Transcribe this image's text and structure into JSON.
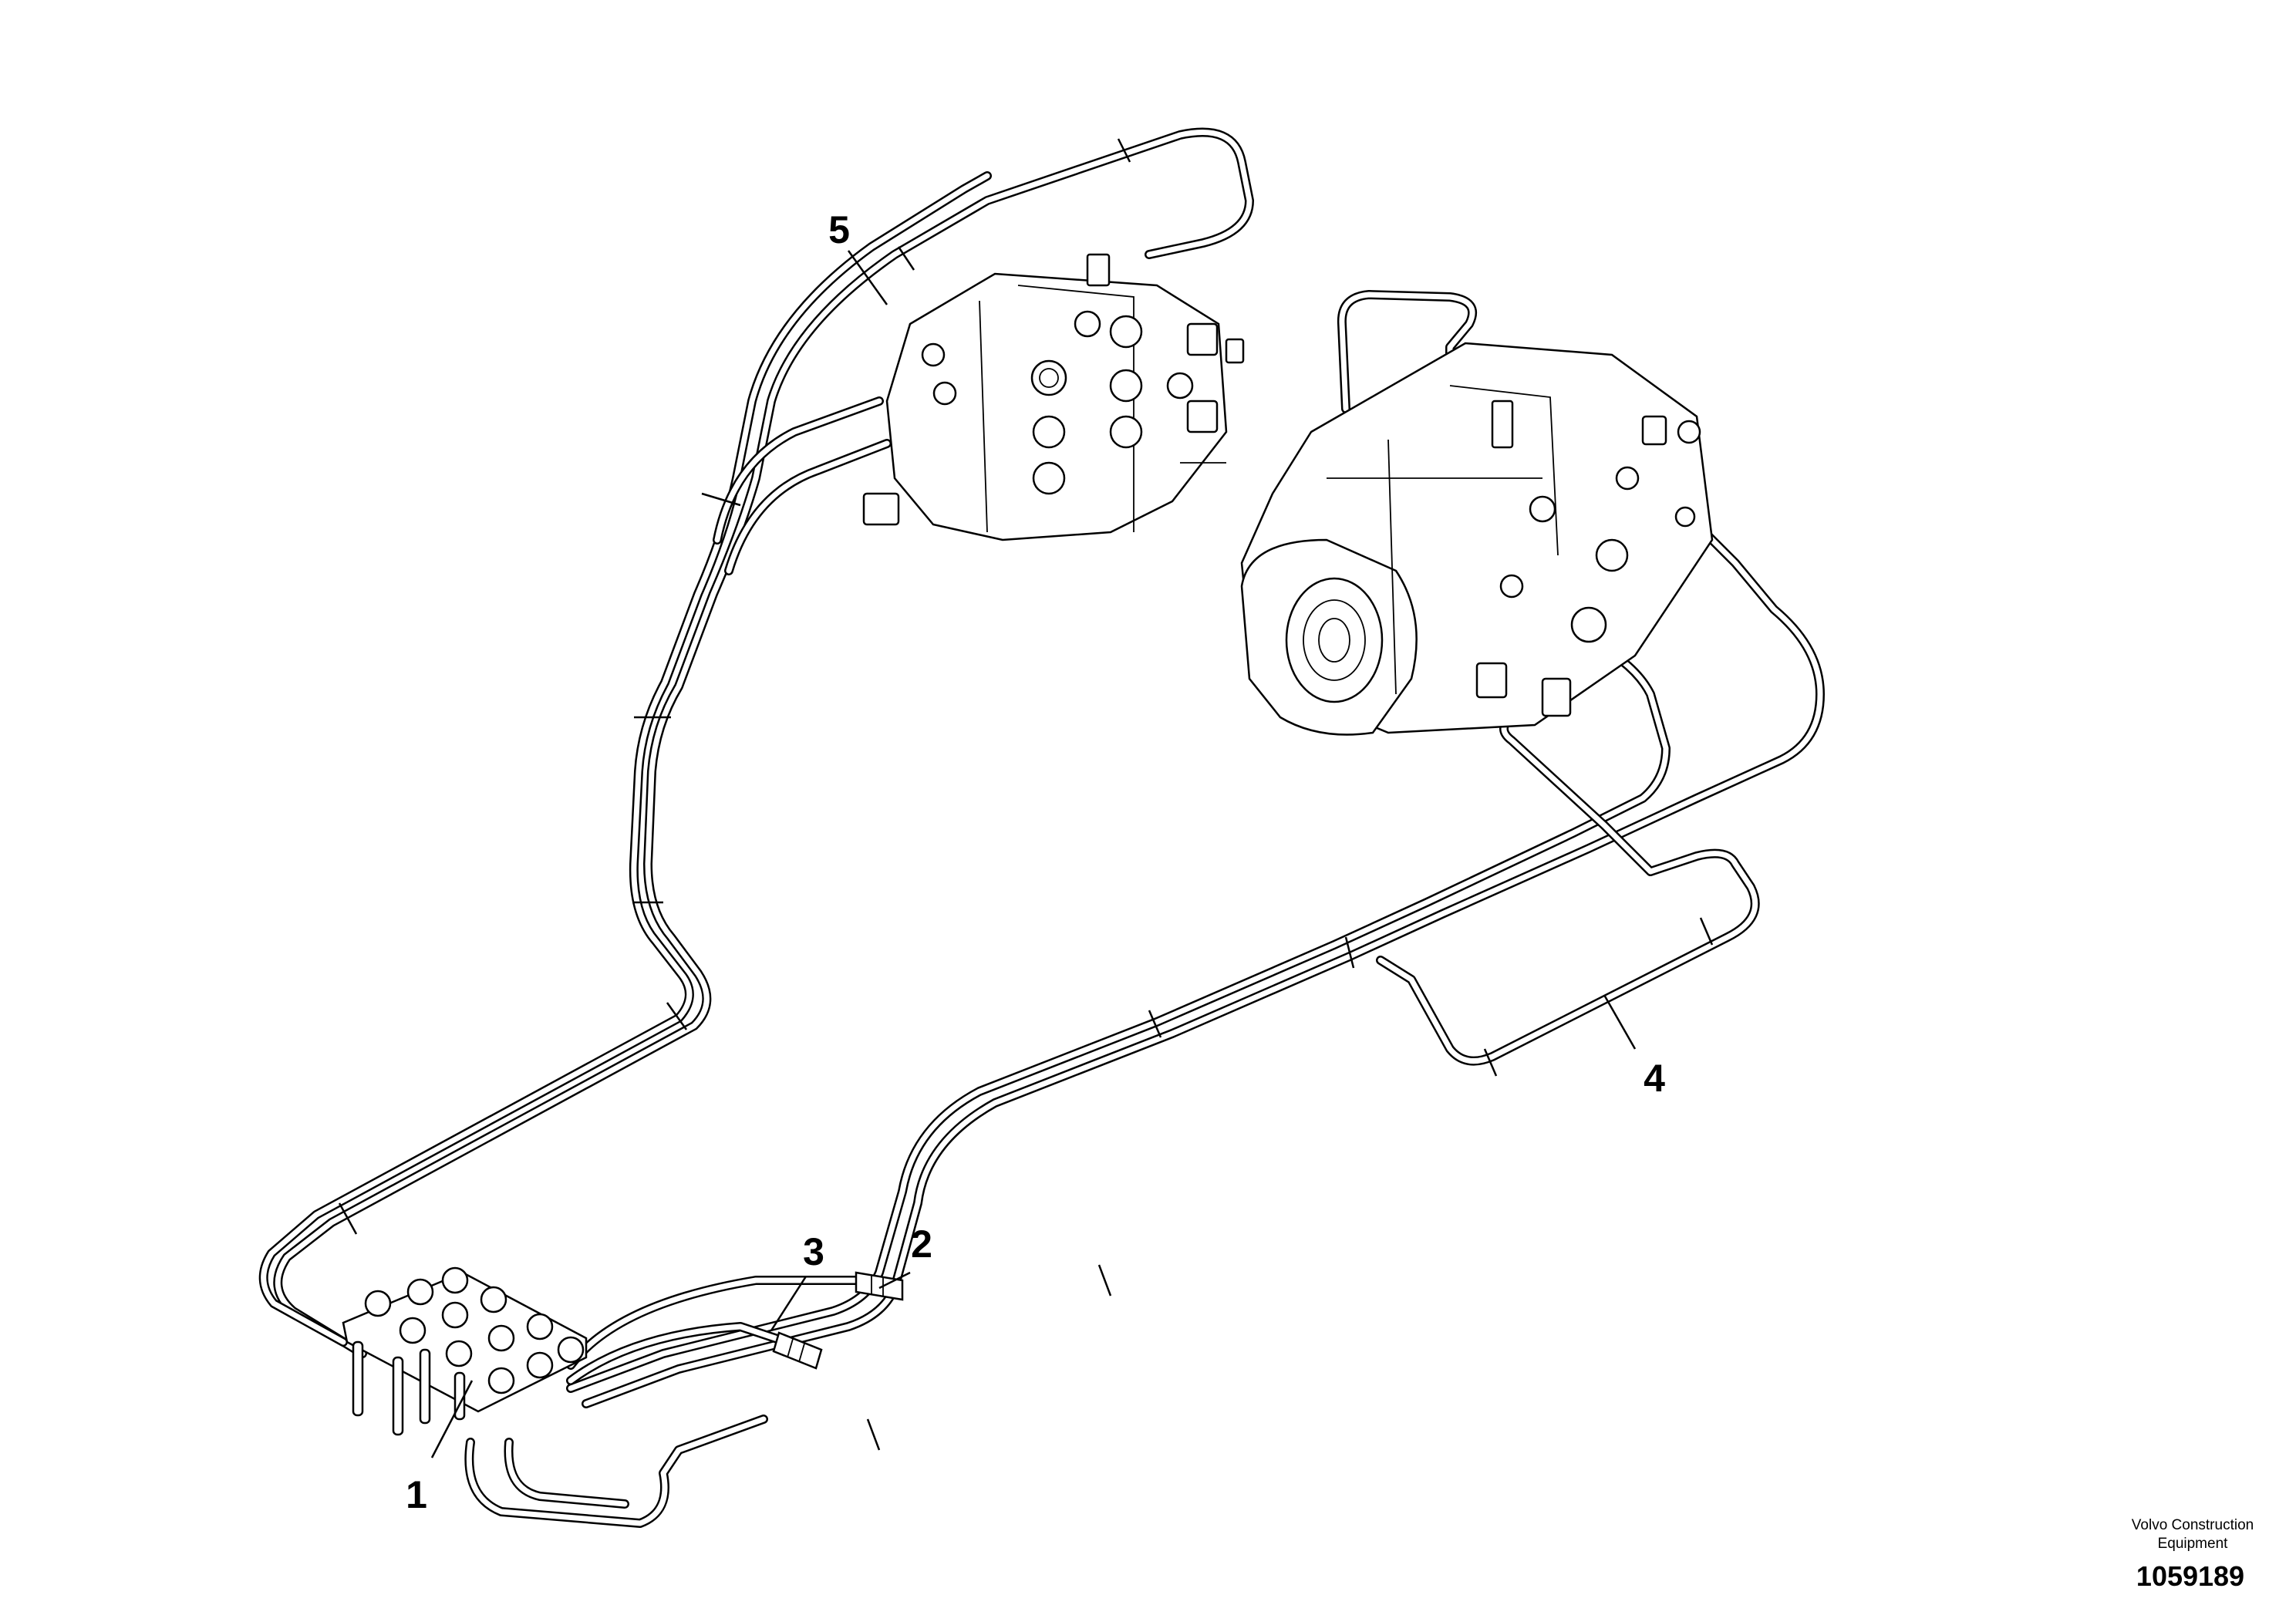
{
  "callouts": {
    "c1": "1",
    "c2": "2",
    "c3": "3",
    "c4": "4",
    "c5": "5"
  },
  "branding": {
    "line1": "Volvo Construction",
    "line2": "Equipment",
    "document_number": "1059189"
  }
}
